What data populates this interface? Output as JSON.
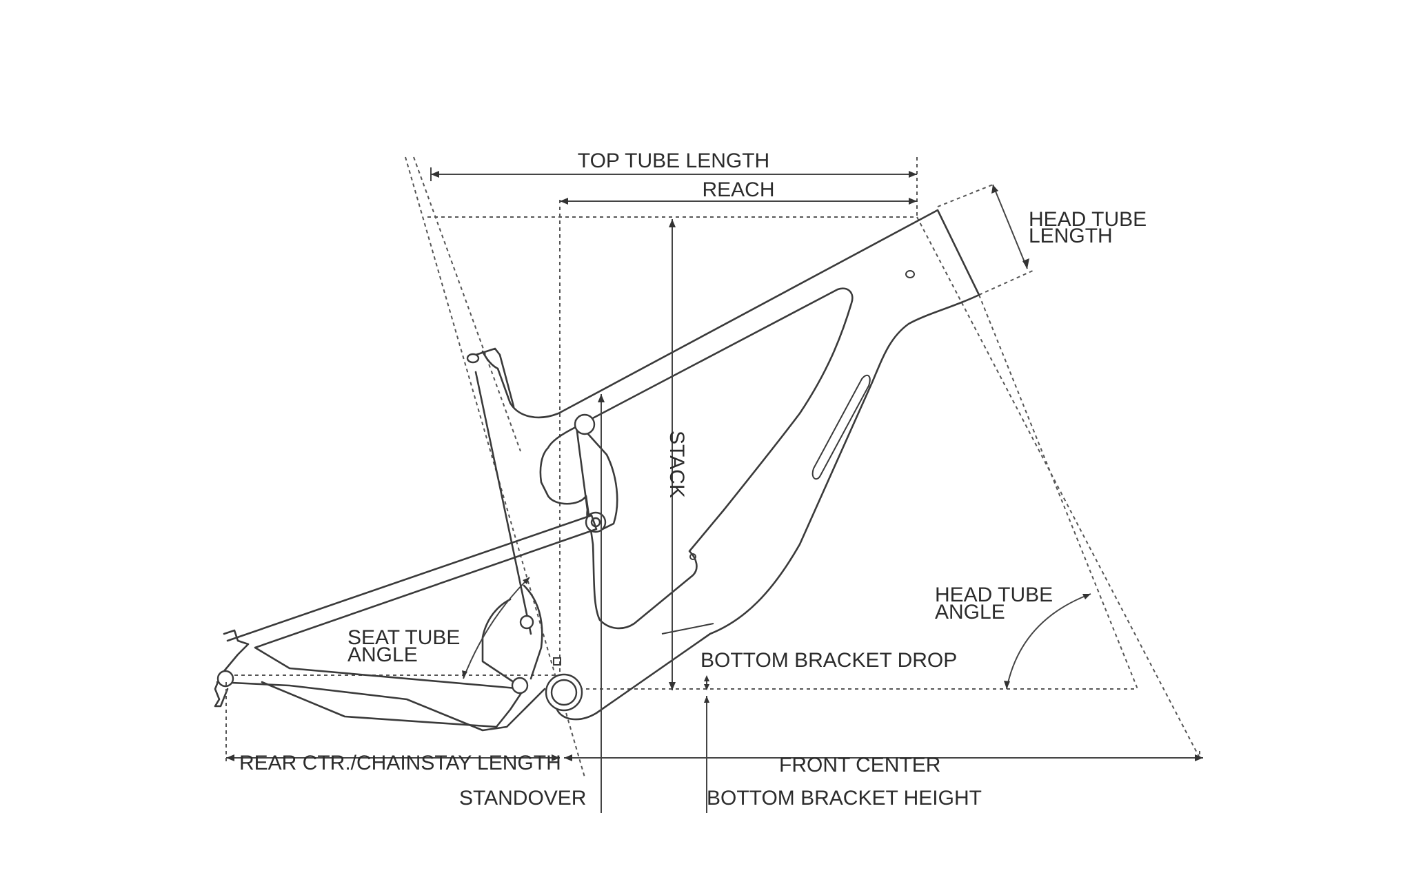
{
  "labels": {
    "top_tube_length": "TOP TUBE LENGTH",
    "reach": "REACH",
    "head_tube_length_line1": "HEAD TUBE",
    "head_tube_length_line2": "LENGTH",
    "stack": "STACK",
    "head_tube_angle_line1": "HEAD TUBE",
    "head_tube_angle_line2": "ANGLE",
    "seat_tube_angle_line1": "SEAT TUBE",
    "seat_tube_angle_line2": "ANGLE",
    "bottom_bracket_drop": "BOTTOM BRACKET DROP",
    "rear_center": "REAR CTR./CHAINSTAY LENGTH",
    "front_center": "FRONT CENTER",
    "standover": "STANDOVER",
    "bottom_bracket_height": "BOTTOM BRACKET HEIGHT"
  },
  "colors": {
    "line": "#3a3a3a",
    "text": "#2b2b2b",
    "background": "#ffffff"
  }
}
